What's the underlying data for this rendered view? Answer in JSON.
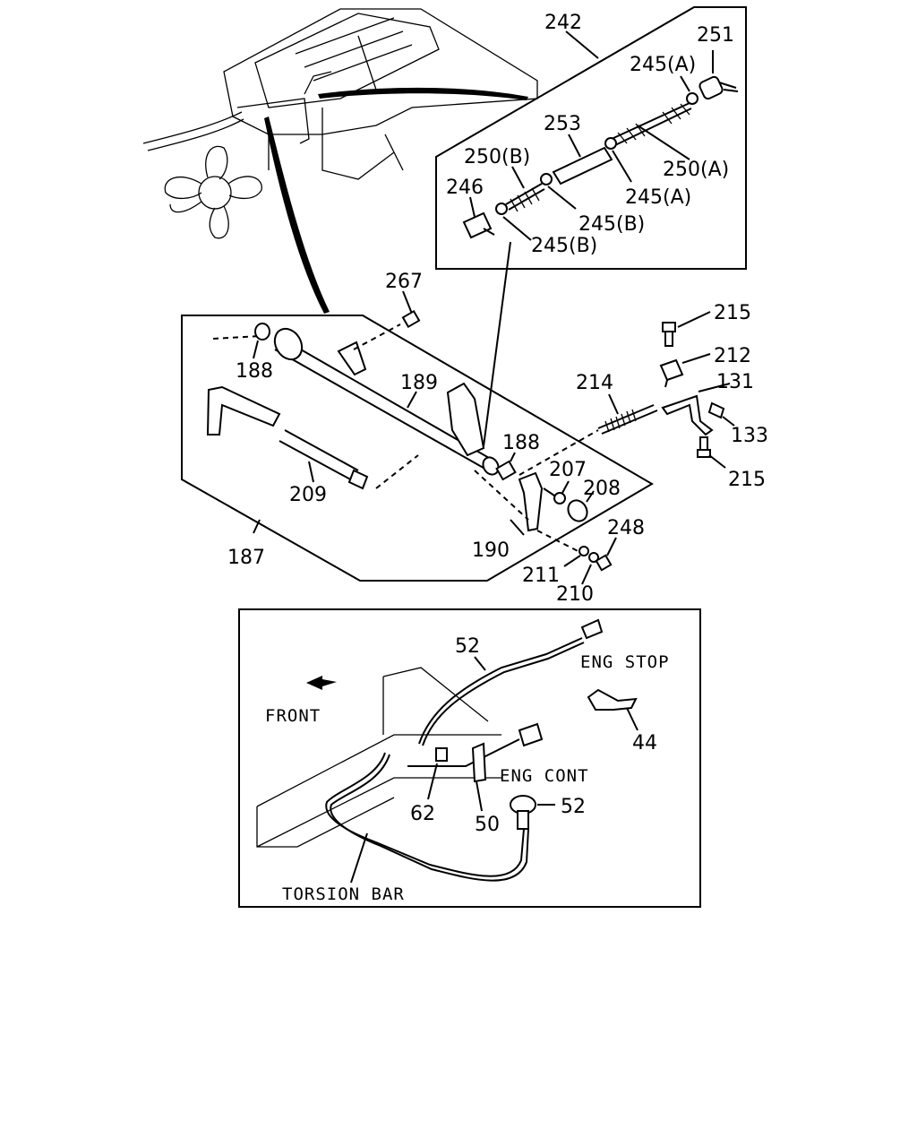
{
  "callouts": {
    "c242": "242",
    "c251": "251",
    "c245a_top": "245(A)",
    "c253": "253",
    "c250b": "250(B)",
    "c250a": "250(A)",
    "c246": "246",
    "c245a_mid": "245(A)",
    "c245b_1": "245(B)",
    "c245b_2": "245(B)",
    "c267": "267",
    "c215_top": "215",
    "c212": "212",
    "c131": "131",
    "c214": "214",
    "c188_left": "188",
    "c189": "189",
    "c133": "133",
    "c188_right": "188",
    "c207": "207",
    "c215_bot": "215",
    "c208": "208",
    "c248": "248",
    "c209": "209",
    "c190": "190",
    "c187": "187",
    "c211": "211",
    "c210": "210",
    "c52_top": "52",
    "c44": "44",
    "c62": "62",
    "c50": "50",
    "c52_bot": "52"
  },
  "texts": {
    "eng_stop": "ENG STOP",
    "front": "FRONT",
    "eng_cont": "ENG CONT",
    "torsion_bar": "TORSION BAR"
  }
}
